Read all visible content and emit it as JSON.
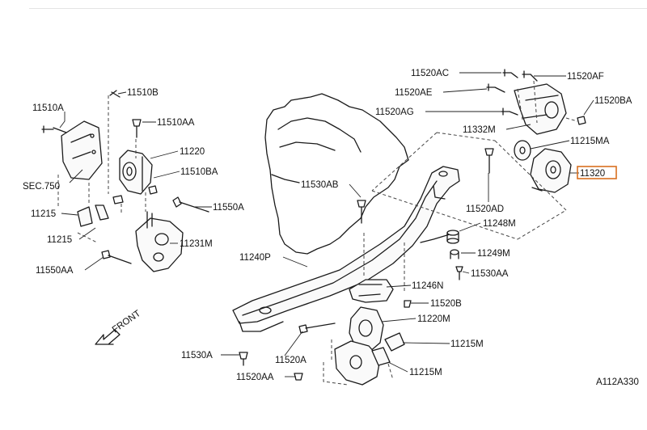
{
  "diagram": {
    "parts": {
      "p11510A": "11510A",
      "p11510B": "11510B",
      "p11510AA": "11510AA",
      "p11220": "11220",
      "p11510BA": "11510BA",
      "pSEC750": "SEC.750",
      "p11550A": "11550A",
      "p11215": "11215",
      "p11215b": "11215",
      "p11231M": "11231M",
      "p11550AA": "11550AA",
      "p11520AC": "11520AC",
      "p11520AF": "11520AF",
      "p11520AE": "11520AE",
      "p11520BA": "11520BA",
      "p11520AG": "11520AG",
      "p11332M": "11332M",
      "p11215MA": "11215MA",
      "p11320": "11320",
      "p11530AB": "11530AB",
      "p11520AD": "11520AD",
      "p11248M": "11248M",
      "p11249M": "11249M",
      "p11530AA": "11530AA",
      "p11240P": "11240P",
      "p11246N": "11246N",
      "p11520B": "11520B",
      "p11220M": "11220M",
      "p11215M": "11215M",
      "p11215Mb": "11215M",
      "p11530A": "11530A",
      "p11520A": "11520A",
      "p11520AA": "11520AA"
    },
    "front_label": "FRONT",
    "figure_code": "A112A330",
    "highlight_color": "#d8701f"
  }
}
